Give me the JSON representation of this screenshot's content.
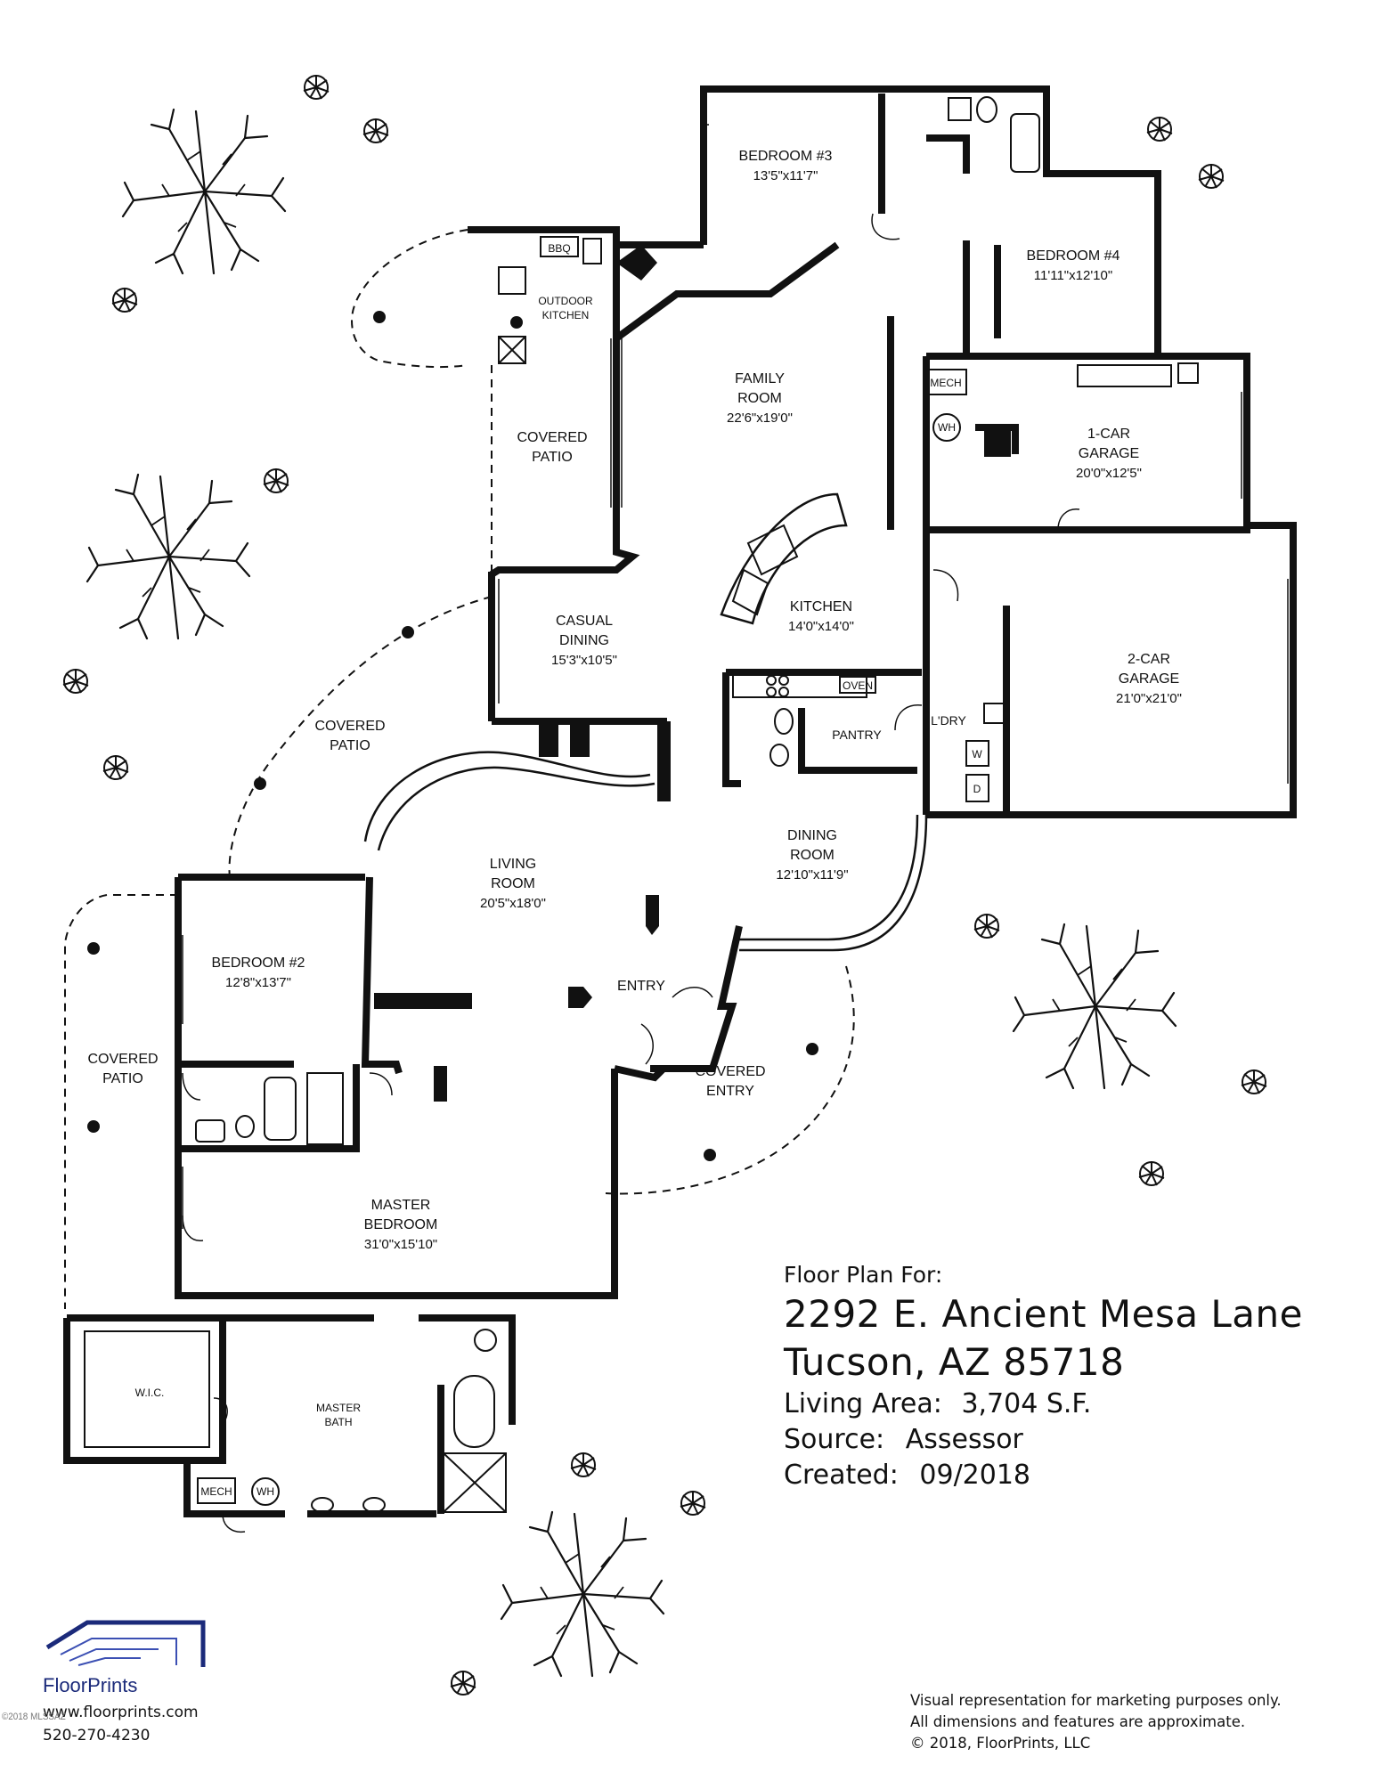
{
  "rooms": {
    "bedroom3": {
      "name": "BEDROOM #3",
      "dim": "13'5\"x11'7\""
    },
    "bedroom4": {
      "name": "BEDROOM #4",
      "dim": "11'11\"x12'10\""
    },
    "family": {
      "name1": "FAMILY",
      "name2": "ROOM",
      "dim": "22'6\"x19'0\""
    },
    "outdoor_kitchen": {
      "name1": "OUTDOOR",
      "name2": "KITCHEN"
    },
    "covered_patio_top": {
      "name1": "COVERED",
      "name2": "PATIO"
    },
    "garage1": {
      "name1": "1-CAR",
      "name2": "GARAGE",
      "dim": "20'0\"x12'5\""
    },
    "kitchen": {
      "name": "KITCHEN",
      "dim": "14'0\"x14'0\""
    },
    "casual_dining": {
      "name1": "CASUAL",
      "name2": "DINING",
      "dim": "15'3\"x10'5\""
    },
    "garage2": {
      "name1": "2-CAR",
      "name2": "GARAGE",
      "dim": "21'0\"x21'0\""
    },
    "covered_patio_mid": {
      "name1": "COVERED",
      "name2": "PATIO"
    },
    "pantry": {
      "name": "PANTRY"
    },
    "laundry": {
      "name": "L'DRY"
    },
    "living": {
      "name1": "LIVING",
      "name2": "ROOM",
      "dim": "20'5\"x18'0\""
    },
    "dining": {
      "name1": "DINING",
      "name2": "ROOM",
      "dim": "12'10\"x11'9\""
    },
    "bedroom2": {
      "name": "BEDROOM #2",
      "dim": "12'8\"x13'7\""
    },
    "entry": {
      "name": "ENTRY"
    },
    "covered_patio_left": {
      "name1": "COVERED",
      "name2": "PATIO"
    },
    "covered_entry": {
      "name1": "COVERED",
      "name2": "ENTRY"
    },
    "master_bedroom": {
      "name1": "MASTER",
      "name2": "BEDROOM",
      "dim": "31'0\"x15'10\""
    },
    "wic": {
      "name": "W.I.C."
    },
    "master_bath": {
      "name1": "MASTER",
      "name2": "BATH"
    }
  },
  "fixtures": {
    "bbq": "BBQ",
    "mech_top": "MECH",
    "wh_top": "WH",
    "oven": "OVEN",
    "washer": "W",
    "dryer": "D",
    "mech_bottom": "MECH",
    "wh_bottom": "WH"
  },
  "info": {
    "intro": "Floor Plan For:",
    "address_line1": "2292 E. Ancient Mesa Lane",
    "address_line2": "Tucson, AZ 85718",
    "living_area_label": "Living Area:",
    "living_area_value": "3,704 S.F.",
    "source_label": "Source:",
    "source_value": "Assessor",
    "created_label": "Created:",
    "created_value": "09/2018"
  },
  "footer": {
    "brand": "FloorPrints",
    "website": "www.floorprints.com",
    "phone": "520-270-4230",
    "disclaimer_line1": "Visual representation for marketing purposes only.",
    "disclaimer_line2": "All dimensions and features are approximate.",
    "copyright": "© 2018, FloorPrints, LLC",
    "watermark": "©2018 MLSSAZ"
  },
  "colors": {
    "wall": "#111111",
    "brand": "#1b2a7a",
    "logo_line": "#3b4fb3"
  }
}
